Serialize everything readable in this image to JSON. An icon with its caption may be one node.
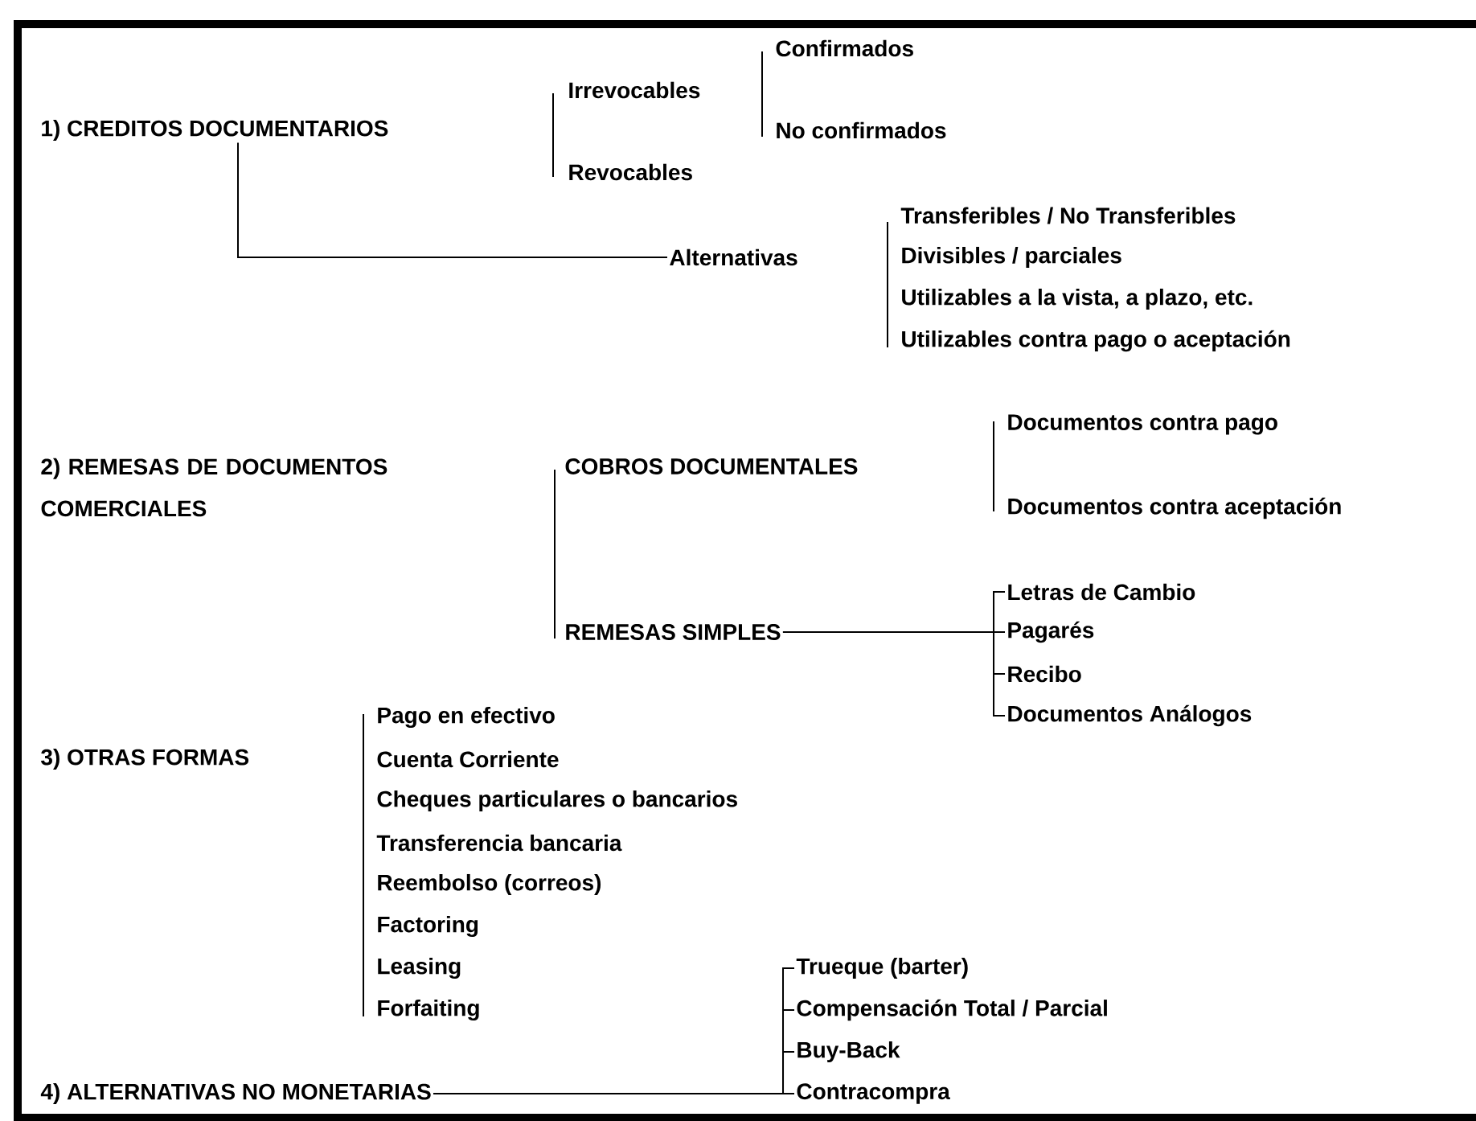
{
  "diagram": {
    "nodes": [
      {
        "text": [
          "1) CREDITOS DOCUMENTARIOS"
        ]
      },
      {
        "text": [
          "Irrevocables"
        ]
      },
      {
        "text": [
          "Revocables"
        ]
      },
      {
        "text": [
          "Confirmados"
        ]
      },
      {
        "text": [
          "No confirmados"
        ]
      },
      {
        "text": [
          "Alternativas"
        ]
      },
      {
        "text": [
          "Transferibles / No Transferibles"
        ]
      },
      {
        "text": [
          "Divisibles / parciales"
        ]
      },
      {
        "text": [
          "Utilizables a la vista, a plazo, etc."
        ]
      },
      {
        "text": [
          "Utilizables contra pago o aceptación"
        ]
      },
      {
        "text": [
          "2) REMESAS DE DOCUMENTOS COMERCIALES"
        ]
      },
      {
        "text": [
          "COBROS DOCUMENTALES"
        ]
      },
      {
        "text": [
          "Documentos contra pago"
        ]
      },
      {
        "text": [
          "Documentos contra aceptación"
        ]
      },
      {
        "text": [
          "REMESAS SIMPLES"
        ]
      },
      {
        "text": [
          "Letras de Cambio"
        ]
      },
      {
        "text": [
          "Pagarés"
        ]
      },
      {
        "text": [
          "Recibo"
        ]
      },
      {
        "text": [
          "Documentos Análogos"
        ]
      },
      {
        "text": [
          "3) OTRAS FORMAS"
        ]
      },
      {
        "text": [
          "Pago en efectivo"
        ]
      },
      {
        "text": [
          "Cuenta Corriente"
        ]
      },
      {
        "text": [
          "Cheques particulares o bancarios"
        ]
      },
      {
        "text": [
          "Transferencia bancaria"
        ]
      },
      {
        "text": [
          "Reembolso (correos)"
        ]
      },
      {
        "text": [
          "Factoring"
        ]
      },
      {
        "text": [
          "Leasing"
        ]
      },
      {
        "text": [
          "Forfaiting"
        ]
      },
      {
        "text": [
          "4) ALTERNATIVAS NO MONETARIAS"
        ]
      },
      {
        "text": [
          "Trueque (barter)"
        ]
      },
      {
        "text": [
          "Compensación Total / Parcial"
        ]
      },
      {
        "text": [
          "Buy-Back"
        ]
      },
      {
        "text": [
          "Contracompra"
        ]
      }
    ],
    "edges": [
      {
        "from": 0,
        "to": 5,
        "arrow": "none"
      },
      {
        "from": 14,
        "to": 15,
        "arrow": "none"
      },
      {
        "from": 14,
        "to": 16,
        "arrow": "none"
      },
      {
        "from": 14,
        "to": 17,
        "arrow": "none"
      },
      {
        "from": 14,
        "to": 18,
        "arrow": "none"
      },
      {
        "from": 28,
        "to": 29,
        "arrow": "none"
      },
      {
        "from": 28,
        "to": 30,
        "arrow": "none"
      },
      {
        "from": 28,
        "to": 31,
        "arrow": "none"
      },
      {
        "from": 28,
        "to": 32,
        "arrow": "none"
      }
    ]
  }
}
